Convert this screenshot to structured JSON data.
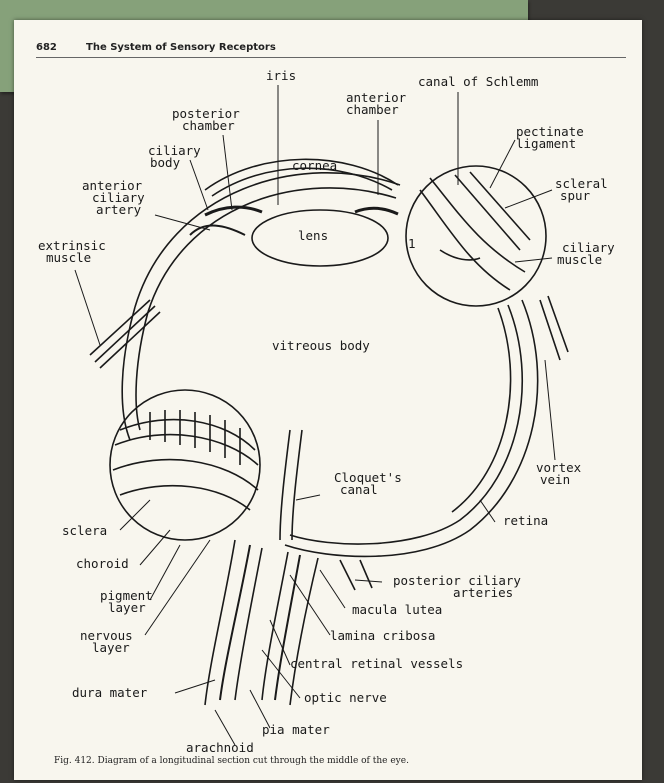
{
  "page": {
    "number": "682",
    "running_title": "The System of Sensory Receptors",
    "caption": "Fig. 412. Diagram of a longitudinal section cut through the middle of the eye."
  },
  "labels": {
    "iris": "iris",
    "canal_schlemm": "canal of Schlemm",
    "posterior_chamber": [
      "posterior",
      "chamber"
    ],
    "anterior_chamber": [
      "anterior",
      "chamber"
    ],
    "pectinate_ligament": [
      "pectinate",
      "ligament"
    ],
    "ciliary_body": [
      "ciliary",
      "body"
    ],
    "cornea": "cornea",
    "scleral_spur": [
      "scleral",
      "spur"
    ],
    "anterior_ciliary_artery": [
      "anterior",
      "ciliary",
      "artery"
    ],
    "lens": "lens",
    "ciliary_muscle": [
      "ciliary",
      "muscle"
    ],
    "extrinsic_muscle": [
      "extrinsic",
      "muscle"
    ],
    "vitreous_body": "vitreous body",
    "cloquets_canal": [
      "Cloquet's",
      "canal"
    ],
    "vortex_vein": [
      "vortex",
      "vein"
    ],
    "sclera": "sclera",
    "retina": "retina",
    "choroid": "choroid",
    "posterior_ciliary_arteries": [
      "posterior ciliary",
      "arteries"
    ],
    "pigment_layer": [
      "pigment",
      "layer"
    ],
    "macula_lutea": "macula lutea",
    "nervous_layer": [
      "nervous",
      "layer"
    ],
    "lamina_cribosa": "lamina cribosa",
    "central_retinal_vessels": "central retinal vessels",
    "dura_mater": "dura mater",
    "optic_nerve": "optic nerve",
    "pia_mater": "pia mater",
    "arachnoid": "arachnoid",
    "inset_numeral": "1"
  }
}
